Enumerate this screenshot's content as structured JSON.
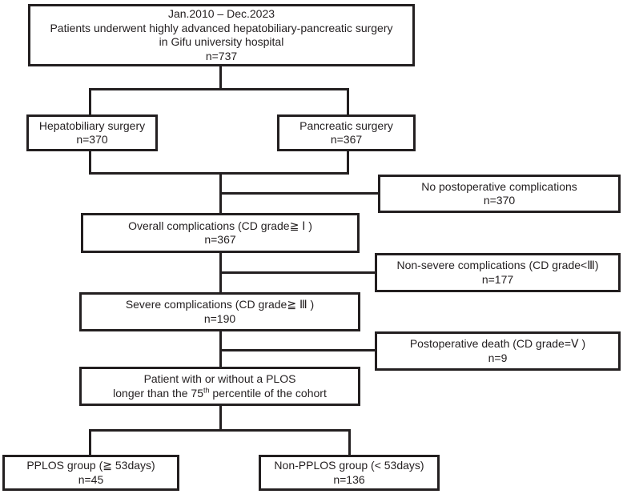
{
  "colors": {
    "line": "#231f20",
    "text": "#231f20",
    "background": "#ffffff"
  },
  "flowchart": {
    "cohort": {
      "lines": [
        "Jan.2010 – Dec.2023",
        "Patients underwent highly advanced hepatobiliary-pancreatic surgery",
        "in Gifu university hospital",
        "n=737"
      ]
    },
    "hepatobiliary": {
      "lines": [
        "Hepatobiliary surgery",
        "n=370"
      ]
    },
    "pancreatic": {
      "lines": [
        "Pancreatic surgery",
        "n=367"
      ]
    },
    "no_postoperative_complications": {
      "lines": [
        "No postoperative complications",
        "n=370"
      ]
    },
    "overall_complications": {
      "lines": [
        "Overall complications (CD grade≧ Ⅰ )",
        "n=367"
      ]
    },
    "non_severe_complications": {
      "lines": [
        "Non-severe complications (CD grade<Ⅲ)",
        "n=177"
      ]
    },
    "severe_complications": {
      "lines": [
        "Severe complications (CD grade≧ Ⅲ )",
        "n=190"
      ]
    },
    "postoperative_death": {
      "lines": [
        "Postoperative death (CD grade=Ⅴ )",
        "n=9"
      ]
    },
    "plos_assessment": {
      "line1": "Patient with or without a PLOS",
      "line2_pre": "longer than the 75",
      "line2_sup": "th",
      "line2_post": " percentile of the cohort"
    },
    "pplos_group": {
      "lines": [
        "PPLOS group (≧ 53days)",
        "n=45"
      ]
    },
    "non_pplos_group": {
      "lines": [
        "Non-PPLOS group (< 53days)",
        "n=136"
      ]
    }
  }
}
